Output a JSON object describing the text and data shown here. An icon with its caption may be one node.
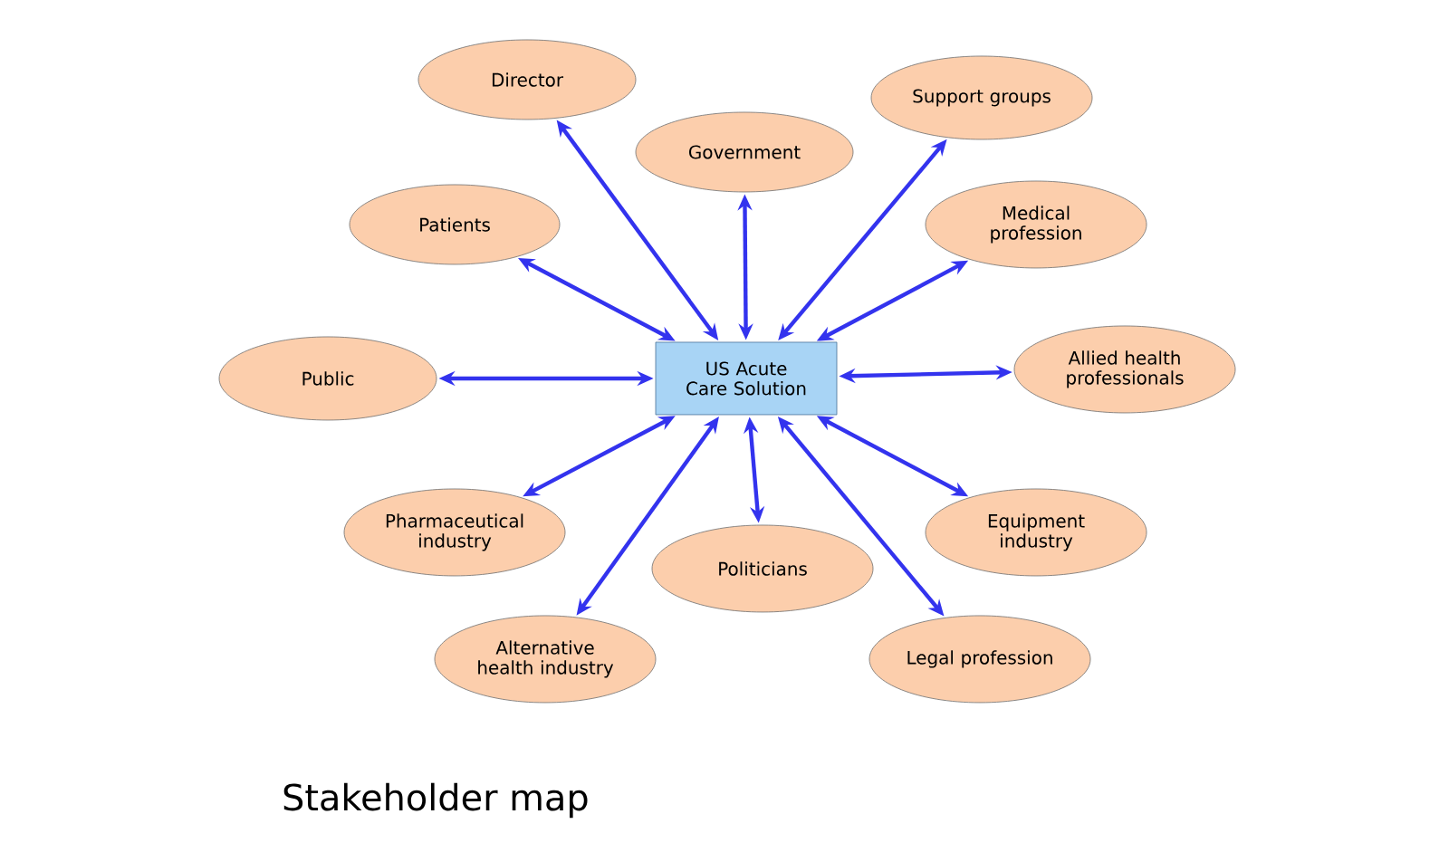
{
  "diagram": {
    "title": "Stakeholder map",
    "nodes": [
      {
        "text": [
          "US Acute Care Solution"
        ]
      },
      {
        "text": [
          "Director"
        ]
      },
      {
        "text": [
          "Government"
        ]
      },
      {
        "text": [
          "Support groups"
        ]
      },
      {
        "text": [
          "Patients"
        ]
      },
      {
        "text": [
          "Medical profession"
        ]
      },
      {
        "text": [
          "Public"
        ]
      },
      {
        "text": [
          "Allied health professionals"
        ]
      },
      {
        "text": [
          "Pharmaceutical industry"
        ]
      },
      {
        "text": [
          "Politicians"
        ]
      },
      {
        "text": [
          "Equipment industry"
        ]
      },
      {
        "text": [
          "Alternative health industry"
        ]
      },
      {
        "text": [
          "Legal profession"
        ]
      }
    ],
    "edges": [
      {
        "from": 0,
        "to": 1,
        "arrow": "both"
      },
      {
        "from": 0,
        "to": 2,
        "arrow": "both"
      },
      {
        "from": 0,
        "to": 3,
        "arrow": "both"
      },
      {
        "from": 0,
        "to": 4,
        "arrow": "both"
      },
      {
        "from": 0,
        "to": 5,
        "arrow": "both"
      },
      {
        "from": 0,
        "to": 6,
        "arrow": "both"
      },
      {
        "from": 0,
        "to": 7,
        "arrow": "both"
      },
      {
        "from": 0,
        "to": 8,
        "arrow": "both"
      },
      {
        "from": 0,
        "to": 9,
        "arrow": "both"
      },
      {
        "from": 0,
        "to": 10,
        "arrow": "both"
      },
      {
        "from": 0,
        "to": 11,
        "arrow": "both"
      },
      {
        "from": 0,
        "to": 12,
        "arrow": "both"
      }
    ]
  }
}
